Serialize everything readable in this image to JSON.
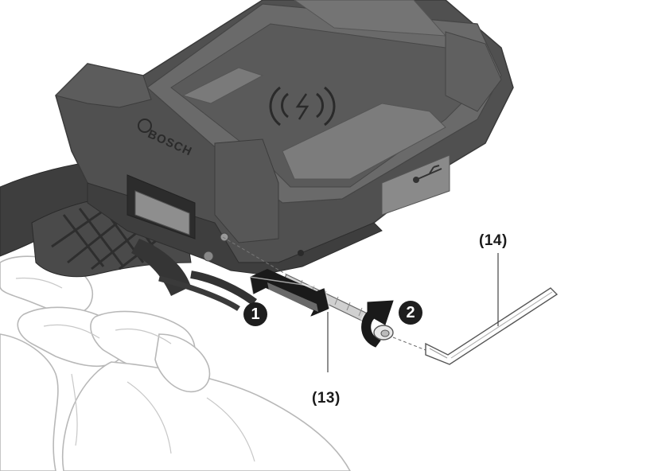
{
  "diagram": {
    "brand_label": "BOSCH",
    "callouts": {
      "hex_key": "(14)",
      "screw": "(13)"
    },
    "steps": {
      "step_1": "1",
      "step_2": "2"
    },
    "icons": {
      "wireless_charging": "wireless-charging-symbol",
      "usb": "usb-symbol"
    },
    "colors": {
      "holder_dark": "#4a4a4a",
      "holder_mid": "#5e5e5e",
      "holder_light": "#7a7a7a",
      "outline": "#9a9a9a",
      "badge": "#1e1e1e"
    }
  }
}
